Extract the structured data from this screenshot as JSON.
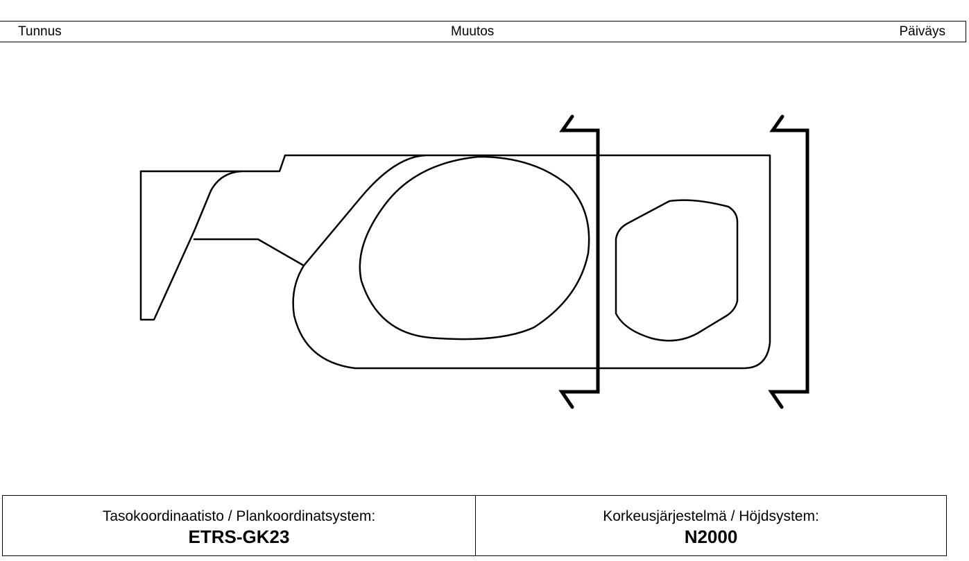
{
  "revision_header": {
    "tunnus": "Tunnus",
    "muutos": "Muutos",
    "paivays": "Päiväys"
  },
  "coordinate_info": {
    "plan_system_label": "Tasokoordinaatisto / Plankoordinatsystem:",
    "plan_system_value": "ETRS-GK23",
    "height_system_label": "Korkeusjärjestelmä / Höjdsystem:",
    "height_system_value": "N2000"
  }
}
